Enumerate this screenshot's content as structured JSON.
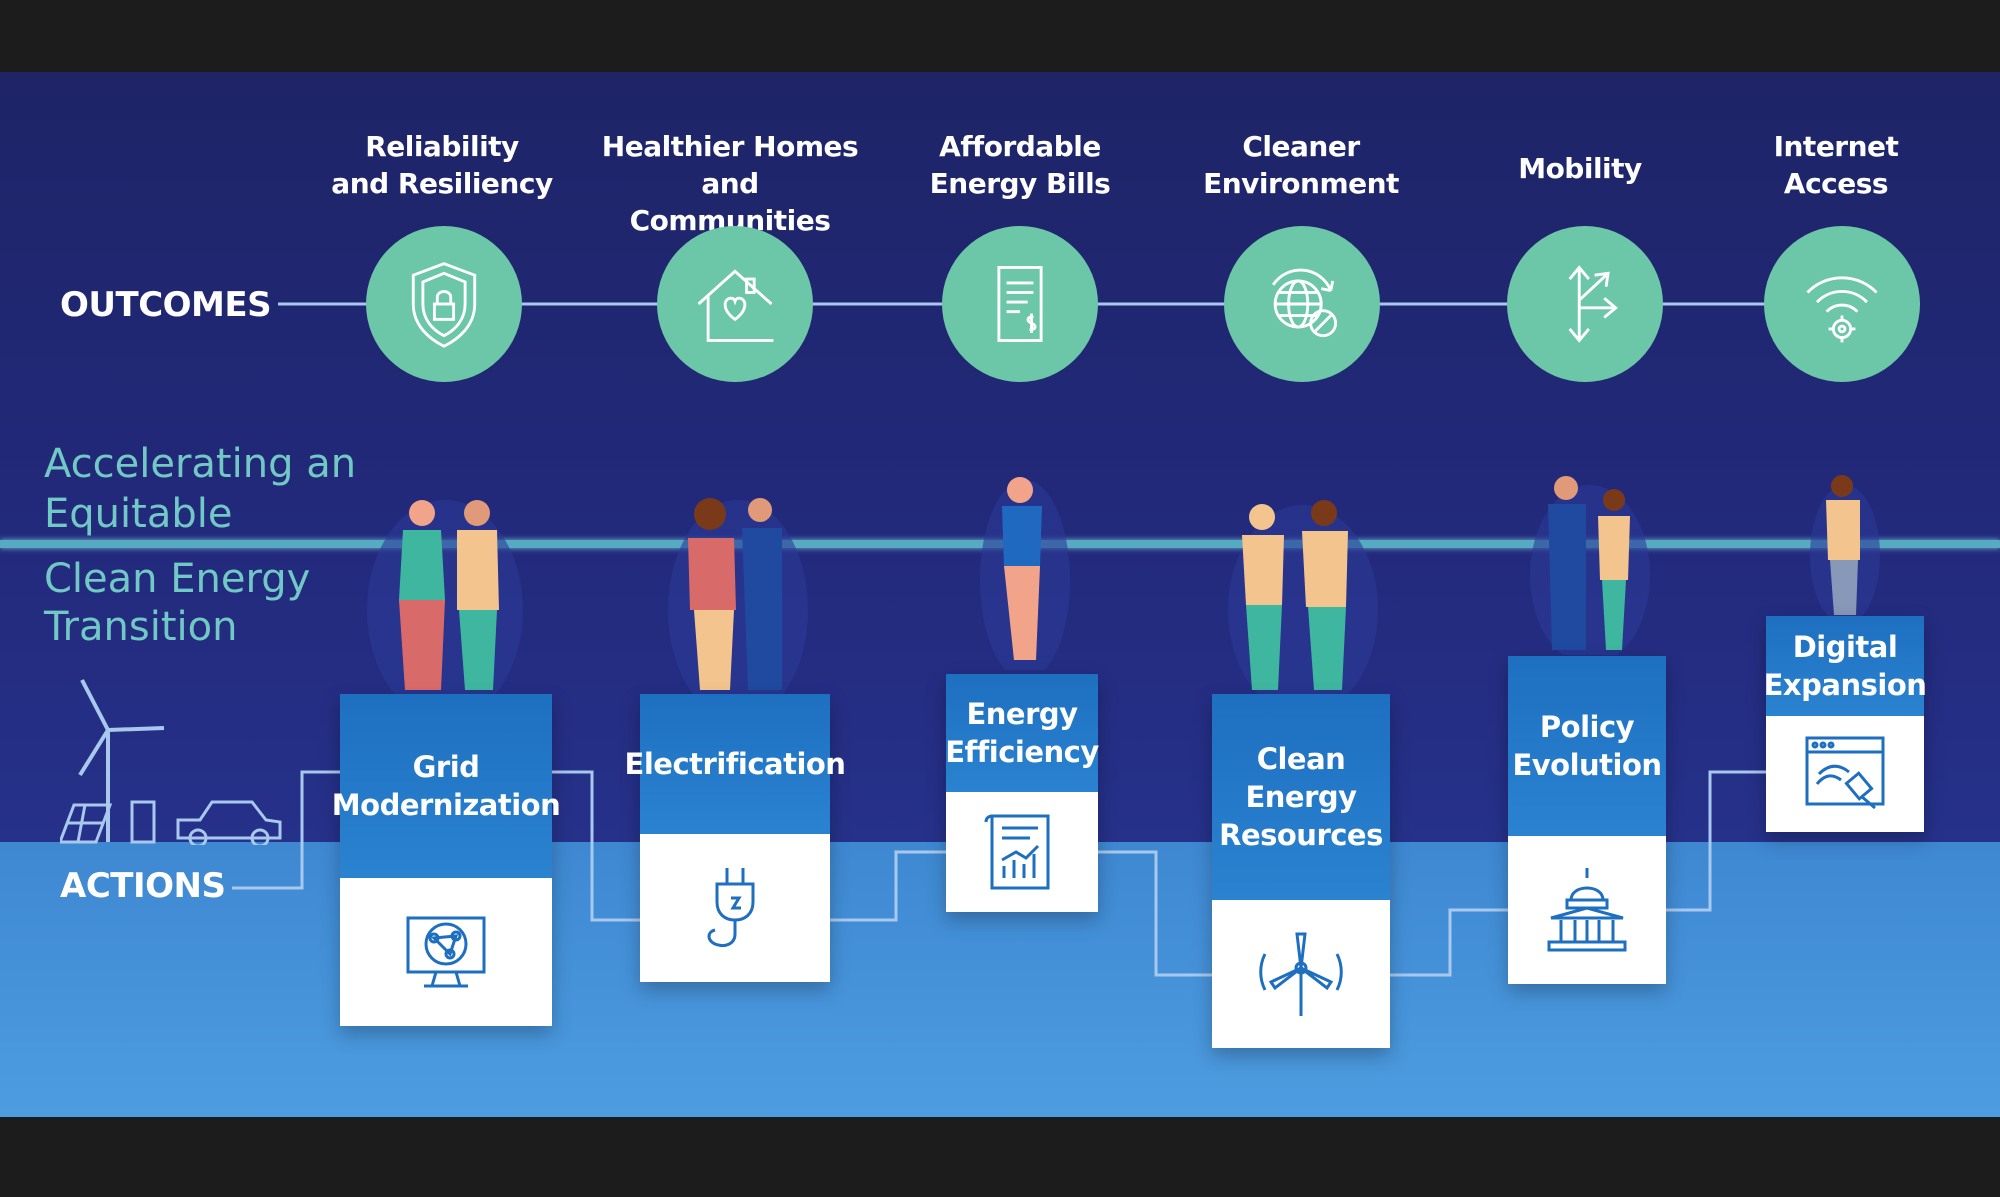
{
  "labels": {
    "outcomes": "OUTCOMES",
    "actions": "ACTIONS",
    "tagline": [
      "Accelerating an",
      "Equitable",
      "Clean Energy",
      "Transition"
    ]
  },
  "outcomes": [
    {
      "title_lines": [
        "Reliability",
        "and Resiliency"
      ],
      "icon": "shield-lock-icon"
    },
    {
      "title_lines": [
        "Healthier Homes and",
        "Communities"
      ],
      "icon": "house-heart-icon"
    },
    {
      "title_lines": [
        "Affordable",
        "Energy Bills"
      ],
      "icon": "bill-document-icon"
    },
    {
      "title_lines": [
        "Cleaner",
        "Environment"
      ],
      "icon": "globe-leaf-icon"
    },
    {
      "title_lines": [
        "Mobility"
      ],
      "icon": "direction-arrows-icon"
    },
    {
      "title_lines": [
        "Internet",
        "Access"
      ],
      "icon": "wifi-gear-icon"
    }
  ],
  "actions": [
    {
      "title_lines": [
        "Grid",
        "Modernization"
      ],
      "icon": "monitor-network-icon"
    },
    {
      "title_lines": [
        "Electrification"
      ],
      "icon": "electric-plug-icon"
    },
    {
      "title_lines": [
        "Energy",
        "Efficiency"
      ],
      "icon": "chart-document-icon"
    },
    {
      "title_lines": [
        "Clean",
        "Energy",
        "Resources"
      ],
      "icon": "wind-turbine-icon"
    },
    {
      "title_lines": [
        "Policy",
        "Evolution"
      ],
      "icon": "capitol-building-icon"
    },
    {
      "title_lines": [
        "Digital",
        "Expansion"
      ],
      "icon": "browser-plug-icon"
    }
  ],
  "colors": {
    "outcome_circle": "#6cc7a8",
    "action_header": "#2a83d0",
    "tagline": "#72c8c4",
    "connector_line": "#a8c8ee",
    "background_dark": "#22297a",
    "background_light": "#4d9ce0"
  }
}
